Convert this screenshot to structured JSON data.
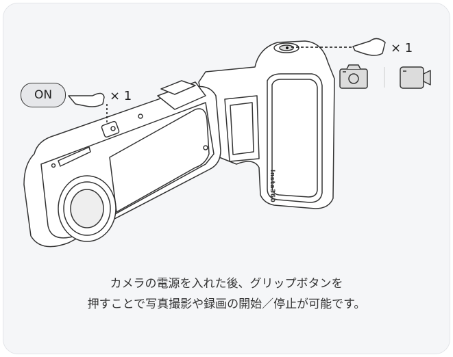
{
  "power_button_label": "ON",
  "power_press_count": "× 1",
  "grip_press_count": "× 1",
  "mode_icons": [
    "photo-camera-icon",
    "video-camera-icon"
  ],
  "brand": "Insta360",
  "caption": {
    "line1": "カメラの電源を入れた後、グリップボタンを",
    "line2": "押すことで写真撮影や録画の開始／停止が可能です。"
  },
  "colors": {
    "background": "#f5f6f8",
    "line": "#333333",
    "icon_fill": "#dcdcdc"
  }
}
